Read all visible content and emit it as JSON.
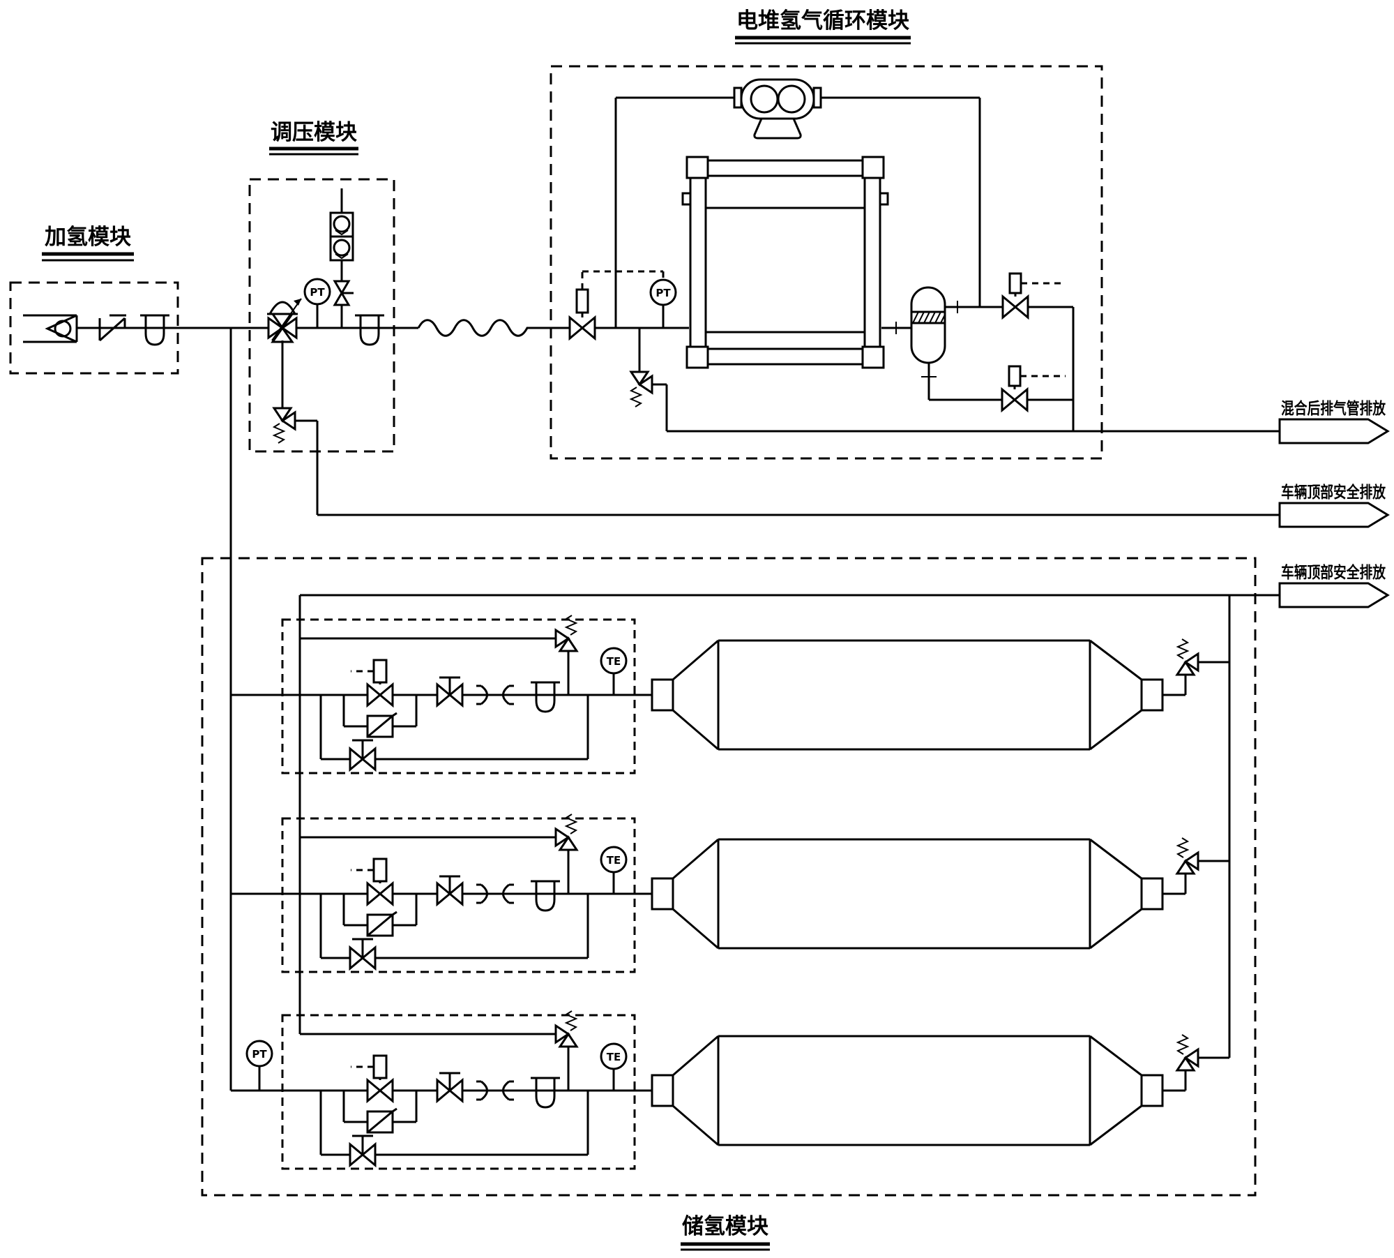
{
  "modules": {
    "refueling": {
      "label": "加氢模块"
    },
    "regulation": {
      "label": "调压模块"
    },
    "stack_circulation": {
      "label": "电堆氢气循环模块"
    },
    "storage": {
      "label": "储氢模块"
    }
  },
  "discharge_flags": [
    {
      "label": "混合后排气管排放"
    },
    {
      "label": "车辆顶部安全排放"
    },
    {
      "label": "车辆顶部安全排放"
    }
  ],
  "instruments": {
    "pressure_transmitter": "PT",
    "temperature_element": "TE"
  },
  "colors": {
    "line": "#000000",
    "background": "#ffffff"
  }
}
